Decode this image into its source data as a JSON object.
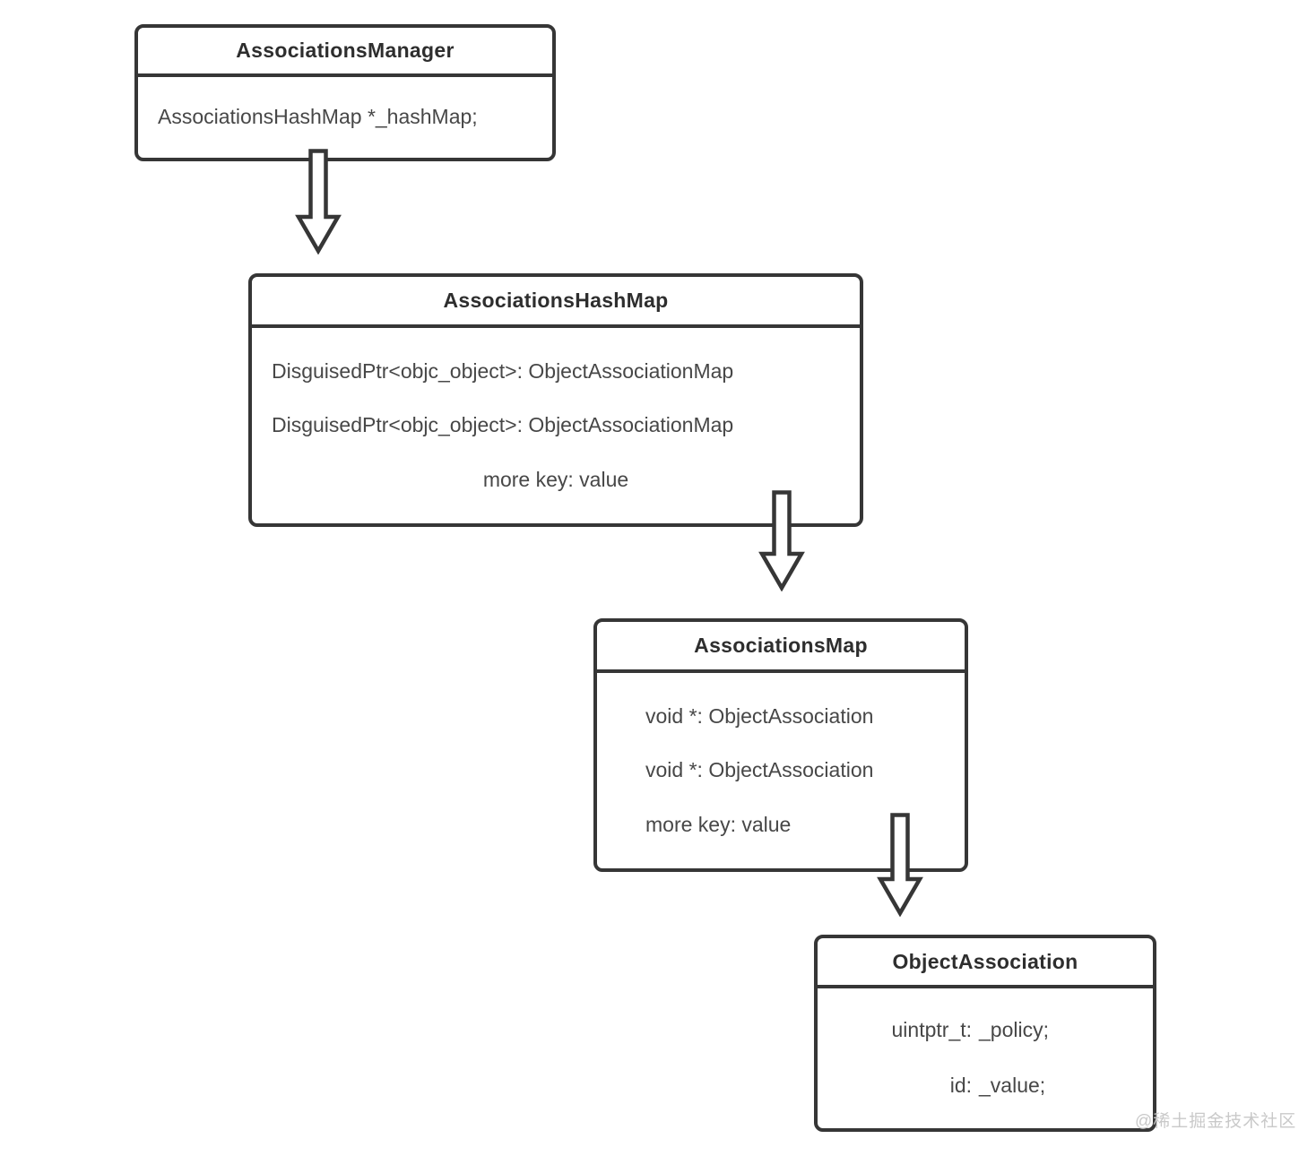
{
  "diagram": {
    "type": "class-structure-flow",
    "boxes": [
      {
        "title": "AssociationsManager",
        "rows": [
          "AssociationsHashMap *_hashMap;"
        ]
      },
      {
        "title": "AssociationsHashMap",
        "rows": [
          "DisguisedPtr<objc_object>: ObjectAssociationMap",
          "DisguisedPtr<objc_object>: ObjectAssociationMap",
          "more key: value"
        ]
      },
      {
        "title": "AssociationsMap",
        "rows": [
          "void *: ObjectAssociation",
          "void *: ObjectAssociation",
          "more key: value"
        ]
      },
      {
        "title": "ObjectAssociation",
        "rows": [
          {
            "key": "uintptr_t:",
            "value": "_policy;"
          },
          {
            "key": "id:",
            "value": "_value;"
          }
        ]
      }
    ],
    "connections": [
      {
        "from": "AssociationsManager",
        "to": "AssociationsHashMap",
        "style": "hollow-down-arrow"
      },
      {
        "from": "AssociationsHashMap",
        "to": "AssociationsMap",
        "style": "hollow-down-arrow"
      },
      {
        "from": "AssociationsMap",
        "to": "ObjectAssociation",
        "style": "hollow-down-arrow"
      }
    ],
    "watermark": "@稀土掘金技术社区",
    "colors": {
      "border": "#363636",
      "title_text": "#2e2e2e",
      "body_text": "#474747",
      "watermark_text": "#c9c9c9",
      "background": "#ffffff"
    }
  }
}
